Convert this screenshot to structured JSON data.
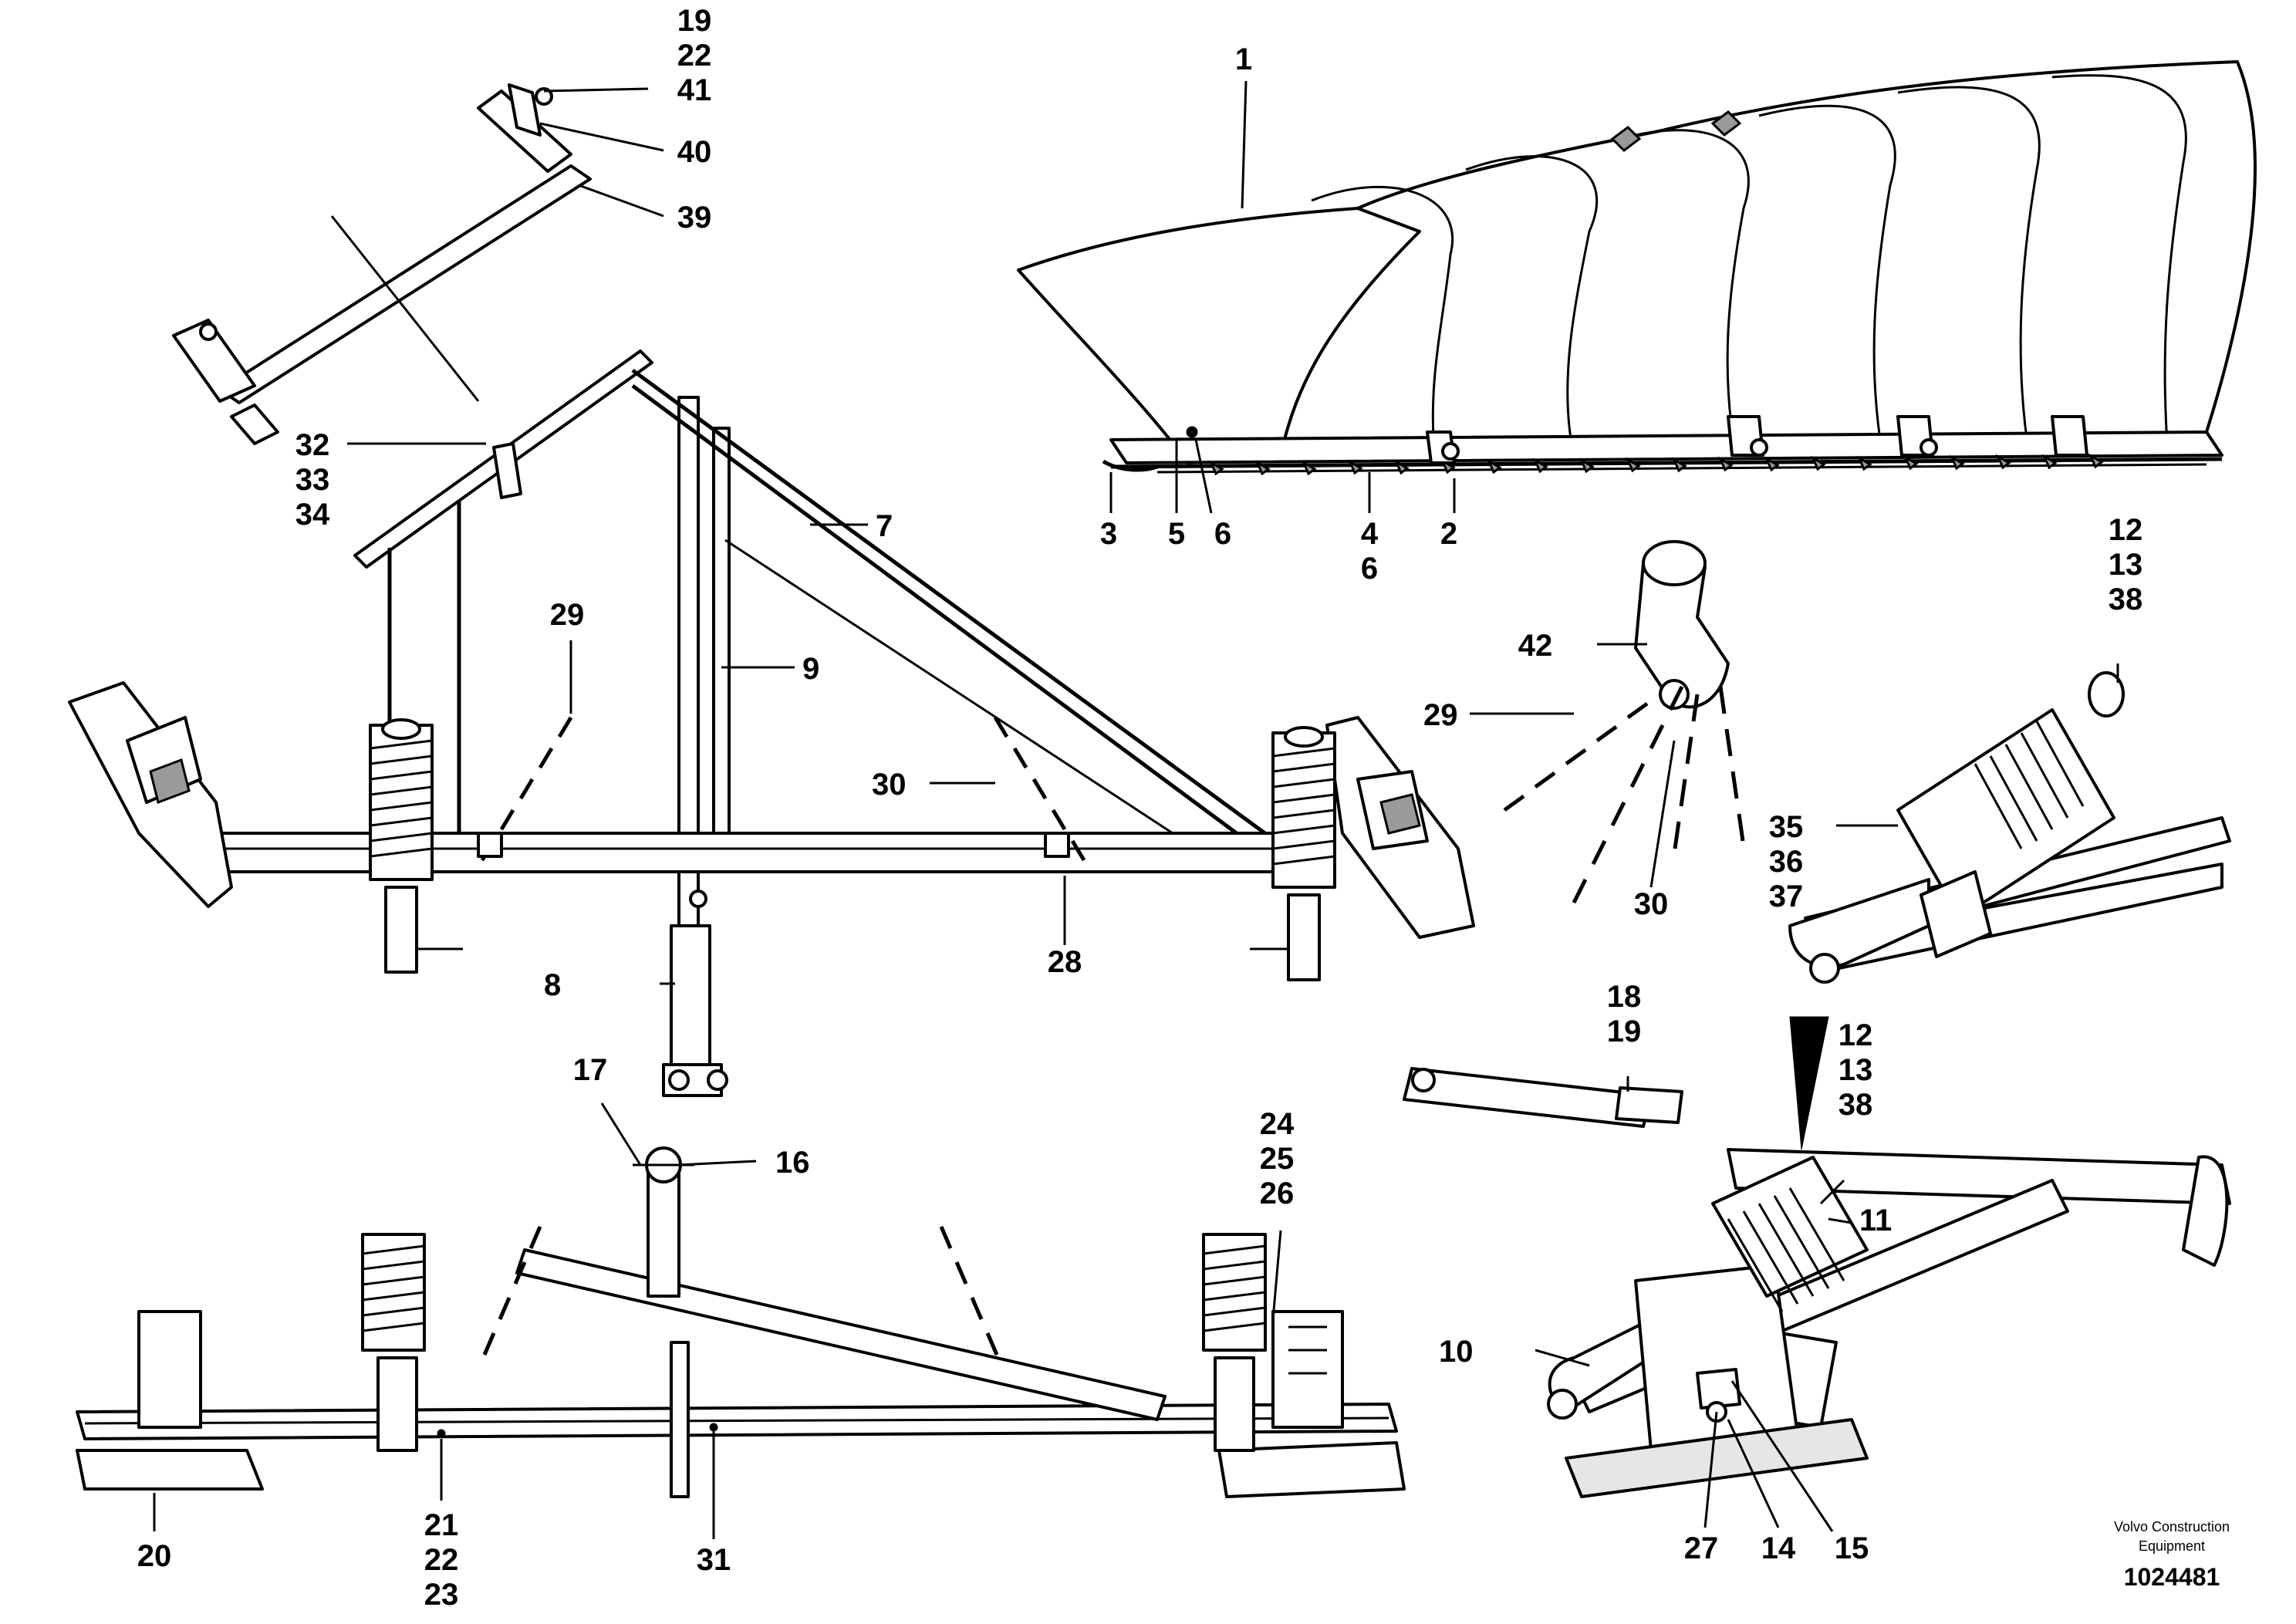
{
  "labels": {
    "l1": "1",
    "l2": "2",
    "l3": "3",
    "l4": "4",
    "l4b": "6",
    "l5": "5",
    "l6": "6",
    "l7": "7",
    "l8": "8",
    "l9": "9",
    "l10": "10",
    "l11": "11",
    "l12a": "12",
    "l12b": "13",
    "l12c": "38",
    "l12d": "12",
    "l12e": "13",
    "l12f": "38",
    "l14": "14",
    "l15": "15",
    "l16": "16",
    "l17": "17",
    "l18": "18",
    "l19": "19",
    "l20": "20",
    "l21": "21",
    "l22": "22",
    "l23": "23",
    "l24": "24",
    "l25": "25",
    "l26": "26",
    "l27": "27",
    "l28": "28",
    "l29": "29",
    "l29b": "29",
    "l30": "30",
    "l30b": "30",
    "l31": "31",
    "l32": "32",
    "l33": "33",
    "l34": "34",
    "l35": "35",
    "l36": "36",
    "l37": "37",
    "l39": "39",
    "l40": "40",
    "l41a": "19",
    "l41b": "22",
    "l41c": "41",
    "l42": "42"
  },
  "footer": {
    "brand_line1": "Volvo Construction",
    "brand_line2": "Equipment",
    "doc_number": "1024481"
  }
}
